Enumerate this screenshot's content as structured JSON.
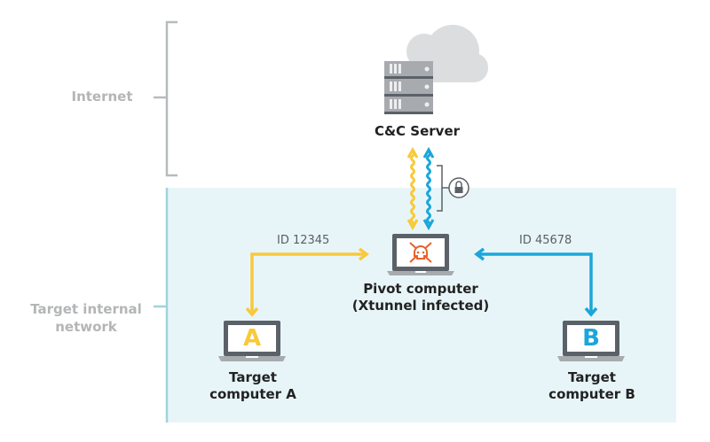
{
  "zones": {
    "internet": {
      "label": "Internet"
    },
    "internal": {
      "label": "Target internal network"
    }
  },
  "nodes": {
    "server": {
      "label": "C&C Server"
    },
    "pivot": {
      "label_line1": "Pivot computer",
      "label_line2": "(Xtunnel infected)"
    },
    "target_a": {
      "label_line1": "Target",
      "label_line2": "computer A",
      "letter": "A"
    },
    "target_b": {
      "label_line1": "Target",
      "label_line2": "computer B",
      "letter": "B"
    }
  },
  "links": {
    "a_to_pivot": {
      "label": "ID 12345"
    },
    "b_to_pivot": {
      "label": "ID 45678"
    }
  },
  "icons": {
    "cloud": "cloud-icon",
    "server": "server-rack-icon",
    "lock": "lock-icon",
    "skull": "skull-crossbones-icon",
    "laptop": "laptop-icon"
  },
  "colors": {
    "yellow": "#f8c93a",
    "blue": "#1aa6db",
    "skull": "#e8622b",
    "laptop_dark": "#5b6168",
    "laptop_base": "#a7abb0",
    "bracket": "#b7babd",
    "internal_bg": "#e8f5f8",
    "internal_line": "#9fd4dc"
  }
}
